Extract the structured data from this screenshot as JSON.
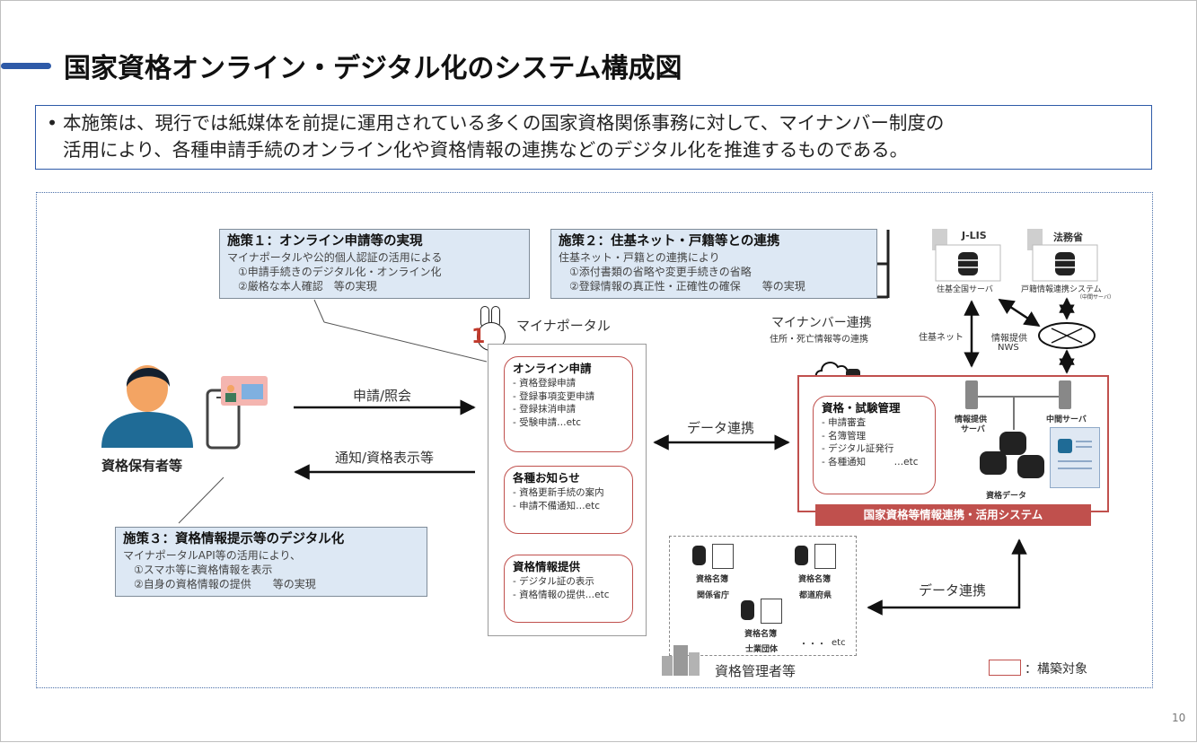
{
  "title": "国家資格オンライン・デジタル化のシステム構成図",
  "lead": {
    "bullet": "•",
    "line1": "本施策は、現行では紙媒体を前提に運用されている多くの国家資格関係事務に対して、マイナンバー制度の",
    "line2": "活用により、各種申請手続のオンライン化や資格情報の連携などのデジタル化を推進するものである。"
  },
  "policy1": {
    "heading": "施策１：オンライン申請等の実現",
    "lines": [
      "マイナポータルや公的個人認証の活用による",
      "　①申請手続きのデジタル化・オンライン化",
      "　②厳格な本人確認　等の実現"
    ]
  },
  "policy2": {
    "heading": "施策２：住基ネット・戸籍等との連携",
    "lines": [
      "住基ネット・戸籍との連携により",
      "　①添付書類の省略や変更手続きの省略",
      "　②登録情報の真正性・正確性の確保　　等の実現"
    ]
  },
  "policy3": {
    "heading": "施策３：資格情報提示等のデジタル化",
    "lines": [
      "マイナポータルAPI等の活用により、",
      "　①スマホ等に資格情報を表示",
      "　②自身の資格情報の提供　　等の実現"
    ]
  },
  "holder": {
    "label": "資格保有者等"
  },
  "arrows": {
    "apply": "申請/照会",
    "notify": "通知/資格表示等",
    "data_link": "データ連携",
    "data_link2": "データ連携"
  },
  "portal": {
    "title": "マイナポータル",
    "mascot_char": "1",
    "boxes": [
      {
        "heading": "オンライン申請",
        "items": [
          "- 資格登録申請",
          "- 登録事項変更申請",
          "- 登録抹消申請",
          "- 受験申請…etc"
        ]
      },
      {
        "heading": "各種お知らせ",
        "items": [
          "- 資格更新手続の案内",
          "- 申請不備通知…etc"
        ]
      },
      {
        "heading": "資格情報提供",
        "items": [
          "- デジタル証の表示",
          "- 資格情報の提供…etc"
        ]
      }
    ]
  },
  "mynumber_link": {
    "label": "マイナンバー連携",
    "sub": "住所・死亡情報等の連携"
  },
  "jlis": {
    "org": "J-LIS",
    "server": "住基全国サーバ"
  },
  "moj": {
    "org": "法務省",
    "server": "戸籍情報連携システム",
    "sub": "（中間サーバ）"
  },
  "juki_net": "住基ネット",
  "nws": {
    "line1": "情報提供",
    "line2": "NWS"
  },
  "system": {
    "box_heading": "資格・試験管理",
    "box_items": [
      "- 申請審査",
      "- 名簿管理",
      "- デジタル証発行",
      "- 各種通知　　　…etc"
    ],
    "info_server_line1": "情報提供",
    "info_server_line2": "サーバ",
    "mid_server": "中間サーバ",
    "data_label": "資格データ",
    "name": "国家資格等情報連携・活用システム"
  },
  "managers": {
    "registry_label": "資格名簿",
    "groups": [
      "関係省庁",
      "都道府県",
      "士業団体"
    ],
    "ellipsis": "・・・",
    "etc": "etc",
    "label": "資格管理者等"
  },
  "legend": {
    "label": "：構築対象"
  },
  "page_number": "10",
  "colors": {
    "accent_blue": "#2e5aa8",
    "build_red": "#c0504d",
    "policy_fill": "#dde8f4"
  }
}
